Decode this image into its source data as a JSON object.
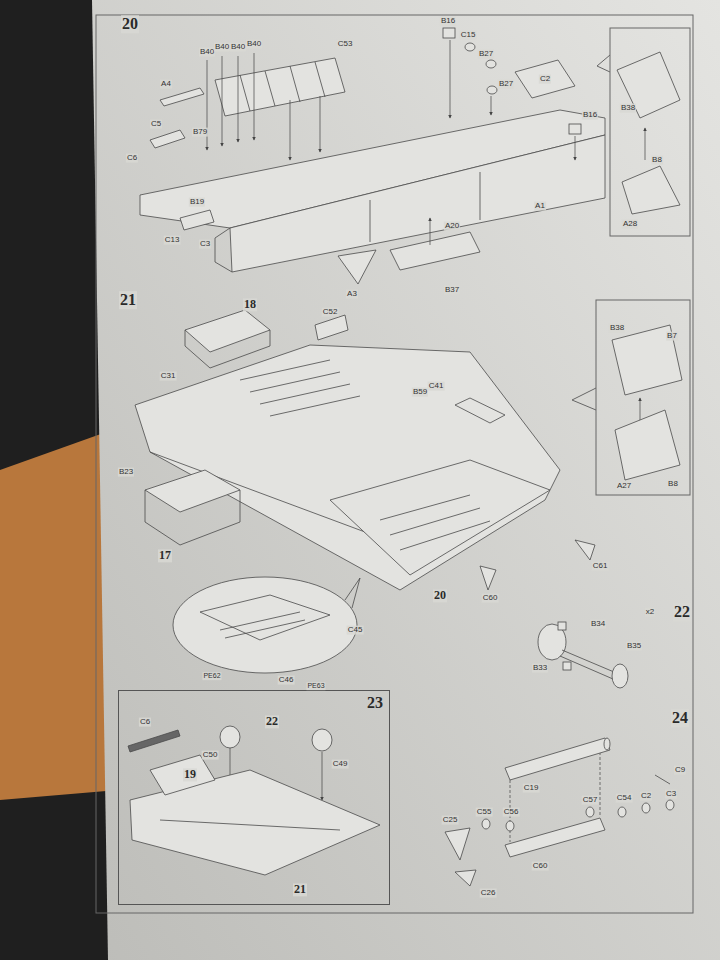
{
  "diagram": {
    "nodes": [
      {
        "text": [
          "23"
        ]
      }
    ],
    "labels": [
      "20",
      "A4",
      "C5",
      "B79",
      "C6",
      "B40",
      "B40",
      "B40",
      "B40",
      "C53",
      "B16",
      "C15",
      "B27",
      "B27",
      "C2",
      "B16",
      "A1",
      "B19",
      "C13",
      "C3",
      "A20",
      "B37",
      "A3",
      "B38",
      "B8",
      "A28",
      "21",
      "18",
      "C52",
      "B59",
      "C41",
      "C31",
      "B23",
      "17",
      "20",
      "C60",
      "C61",
      "C45",
      "PE62",
      "PE63",
      "C46",
      "B38",
      "B7",
      "A27",
      "B8",
      "x2",
      "22",
      "B34",
      "B35",
      "B33",
      "22",
      "19",
      "21",
      "C49",
      "C50",
      "C6",
      "24",
      "C19",
      "C25",
      "C55",
      "C56",
      "C57",
      "C54",
      "C2",
      "C3",
      "C9",
      "C60",
      "C26"
    ]
  }
}
